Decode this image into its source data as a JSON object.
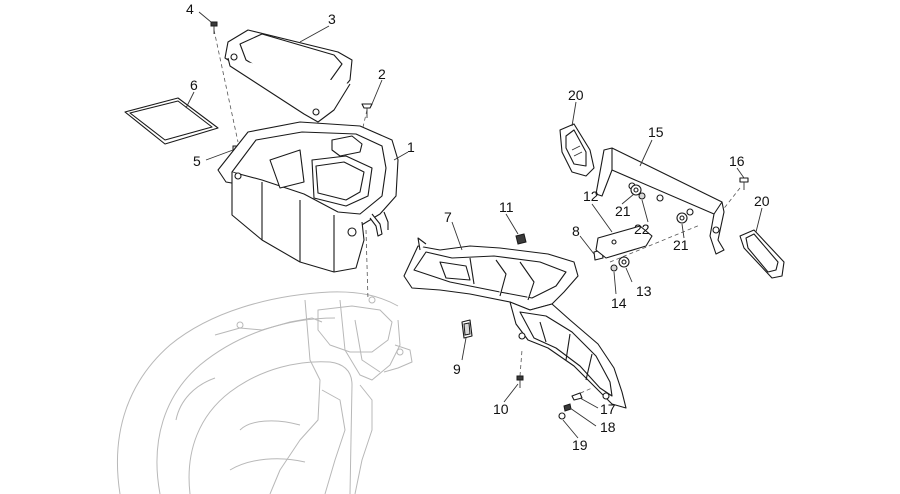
{
  "callouts": [
    {
      "id": "4",
      "label": "4"
    },
    {
      "id": "3",
      "label": "3"
    },
    {
      "id": "2",
      "label": "2"
    },
    {
      "id": "6",
      "label": "6"
    },
    {
      "id": "1",
      "label": "1"
    },
    {
      "id": "5",
      "label": "5"
    },
    {
      "id": "20a",
      "label": "20"
    },
    {
      "id": "15",
      "label": "15"
    },
    {
      "id": "16",
      "label": "16"
    },
    {
      "id": "20b",
      "label": "20"
    },
    {
      "id": "12",
      "label": "12"
    },
    {
      "id": "21a",
      "label": "21"
    },
    {
      "id": "22",
      "label": "22"
    },
    {
      "id": "21b",
      "label": "21"
    },
    {
      "id": "11",
      "label": "11"
    },
    {
      "id": "7",
      "label": "7"
    },
    {
      "id": "8",
      "label": "8"
    },
    {
      "id": "13",
      "label": "13"
    },
    {
      "id": "14",
      "label": "14"
    },
    {
      "id": "9",
      "label": "9"
    },
    {
      "id": "10",
      "label": "10"
    },
    {
      "id": "17",
      "label": "17"
    },
    {
      "id": "18",
      "label": "18"
    },
    {
      "id": "19",
      "label": "19"
    }
  ]
}
